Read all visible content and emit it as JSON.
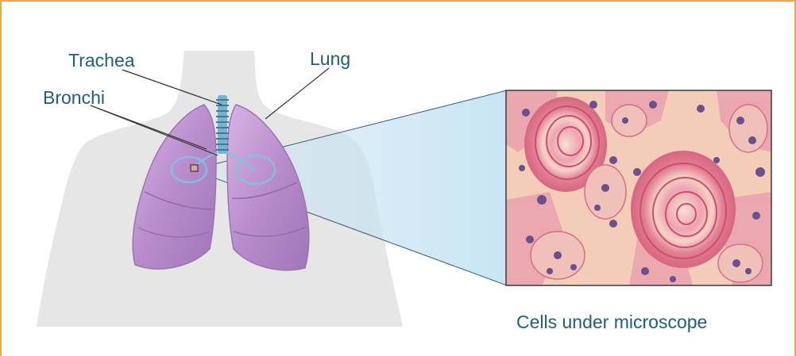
{
  "labels": {
    "trachea": "Trachea",
    "lung": "Lung",
    "bronchi": "Bronchi",
    "caption": "Cells under microscope"
  },
  "colors": {
    "border": "#f2a64a",
    "label_text": "#1f5e7a",
    "body_silhouette": "#e4e4e4",
    "lung_fill": "#c79ed6",
    "trachea": "#6fa9c6",
    "magnify_beam": "#cfe5f2",
    "tissue_pink": "#e58a9b",
    "tissue_light": "#f6d8b8",
    "tissue_dark": "#7a5aa0"
  }
}
